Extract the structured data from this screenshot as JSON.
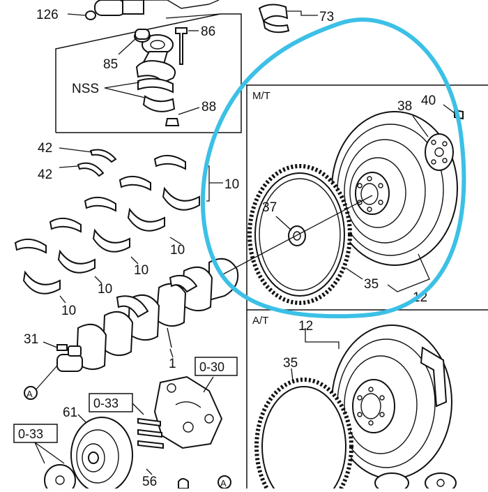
{
  "diagram": {
    "sections": {
      "mt": "M/T",
      "at": "A/T"
    },
    "labels": {
      "p126": "126",
      "p73": "73",
      "p86": "86",
      "p85": "85",
      "nss": "NSS",
      "p88": "88",
      "p42a": "42",
      "p42b": "42",
      "p10_main": "10",
      "p10_a": "10",
      "p10_b": "10",
      "p10_c": "10",
      "p10_d": "10",
      "p38": "38",
      "p40": "40",
      "p37": "37",
      "p35_mt": "35",
      "p12_mt": "12",
      "p31": "31",
      "p1": "1",
      "p12_at": "12",
      "p35_at": "35",
      "p61": "61",
      "p56": "56",
      "ref_a1": "A",
      "ref_a2": "A",
      "box_030": "0-30",
      "box_033a": "0-33",
      "box_033b": "0-33"
    },
    "colors": {
      "highlight": "#3cc0e6",
      "line": "#111111"
    }
  }
}
